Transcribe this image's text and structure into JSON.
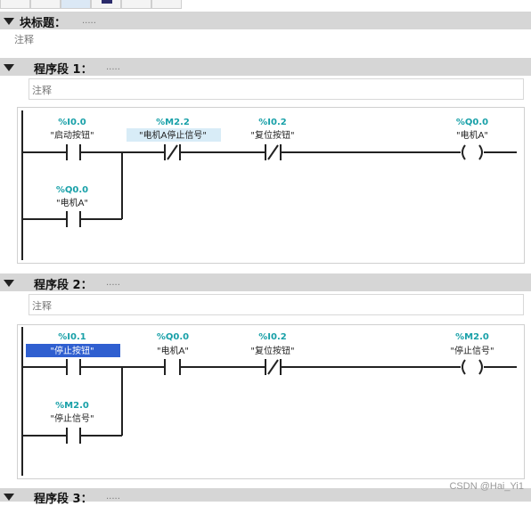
{
  "block_title": {
    "label": "块标题：",
    "dots": "....."
  },
  "block_comment": "注释",
  "networks": [
    {
      "title": "程序段 1：",
      "dots": ".....",
      "comment": "注释",
      "contacts": [
        {
          "addr": "%I0.0",
          "symbol": "\"启动按钮\"",
          "type": "NO"
        },
        {
          "addr": "%M2.2",
          "symbol": "\"电机A停止信号\"",
          "type": "NC"
        },
        {
          "addr": "%I0.2",
          "symbol": "\"复位按钮\"",
          "type": "NC"
        },
        {
          "addr": "%Q0.0",
          "symbol": "\"电机A\"",
          "type": "COIL"
        },
        {
          "addr": "%Q0.0",
          "symbol": "\"电机A\"",
          "type": "NO"
        }
      ]
    },
    {
      "title": "程序段 2：",
      "dots": ".....",
      "comment": "注释",
      "contacts": [
        {
          "addr": "%I0.1",
          "symbol": "\"停止按钮\"",
          "type": "NO"
        },
        {
          "addr": "%Q0.0",
          "symbol": "\"电机A\"",
          "type": "NO"
        },
        {
          "addr": "%I0.2",
          "symbol": "\"复位按钮\"",
          "type": "NC"
        },
        {
          "addr": "%M2.0",
          "symbol": "\"停止信号\"",
          "type": "COIL"
        },
        {
          "addr": "%M2.0",
          "symbol": "\"停止信号\"",
          "type": "NO"
        }
      ]
    },
    {
      "title": "程序段 3：",
      "dots": "....."
    }
  ],
  "watermark": "CSDN @Hai_Yi1",
  "colors": {
    "address": "#18a0a8",
    "selection": "#2f5fd0",
    "highlight": "#d8ecf7",
    "header": "#d6d6d6"
  }
}
